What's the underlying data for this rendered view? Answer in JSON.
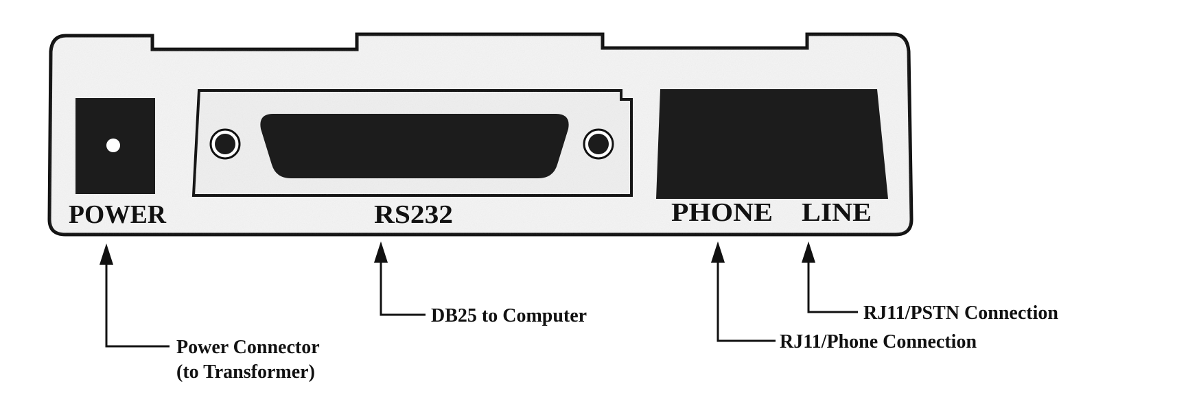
{
  "panel_labels": {
    "power": "POWER",
    "rs232": "RS232",
    "phone": "PHONE",
    "line": "LINE"
  },
  "callouts": {
    "power_line1": "Power Connector",
    "power_line2": "(to Transformer)",
    "db25": "DB25 to Computer",
    "phone": "RJ11/Phone Connection",
    "line": "RJ11/PSTN Connection"
  },
  "colors": {
    "ink": "#111111",
    "panel_fill": "#f4f4f4",
    "port_fill": "#1c1c1c"
  }
}
